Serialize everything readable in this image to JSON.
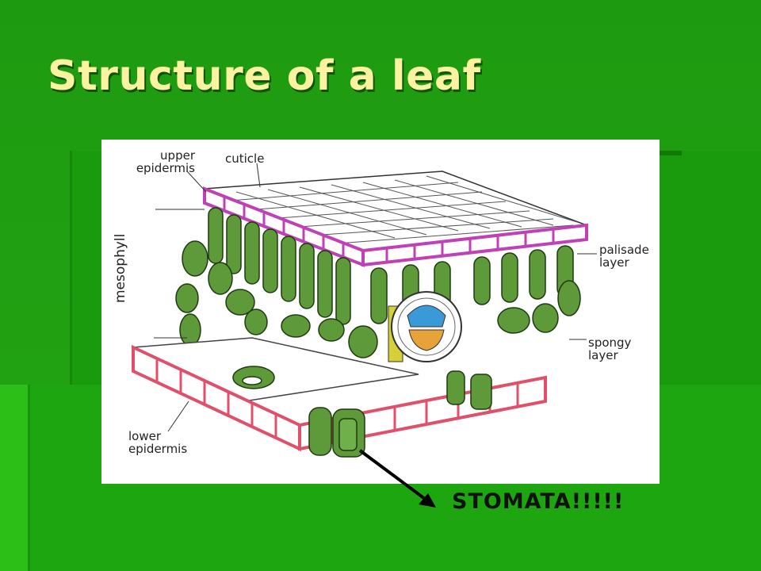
{
  "slide": {
    "title": "Structure of a leaf",
    "callout": "STOMATA!!!!!"
  },
  "diagram": {
    "labels": {
      "upper_epidermis": "upper\nepidermis",
      "cuticle": "cuticle",
      "mesophyll": "mesophyll",
      "palisade_layer": "palisade\nlayer",
      "spongy_layer": "spongy\nlayer",
      "lower_epidermis": "lower\nepidermis"
    }
  },
  "colors": {
    "background": "#1f9a12",
    "title_text": "#fbf3a0",
    "upper_epidermis": "#c040b8",
    "lower_epidermis": "#e0506a",
    "mesophyll_cells": "#5e9a3a",
    "vein_blue": "#3a9ad8",
    "vein_orange": "#e8a23a"
  }
}
